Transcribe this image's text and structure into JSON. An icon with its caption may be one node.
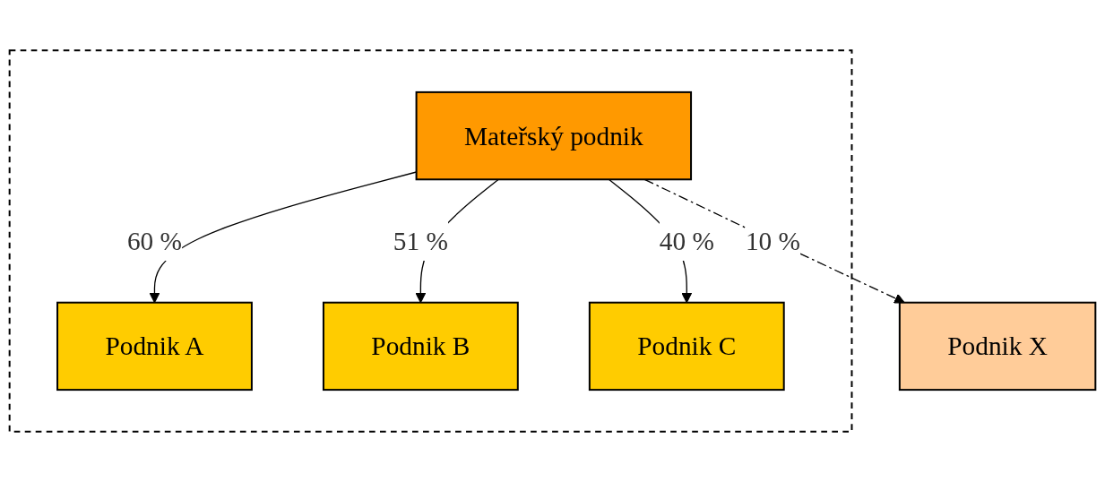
{
  "diagram": {
    "nodes": [
      {
        "text": [],
        "shape": "box"
      },
      {
        "text": [
          "Mateřský podnik"
        ],
        "in": 0
      },
      {
        "text": [
          "Podnik A"
        ],
        "in": 0
      },
      {
        "text": [
          "Podnik B"
        ],
        "in": 0
      },
      {
        "text": [
          "Podnik C"
        ],
        "in": 0
      },
      {
        "text": [
          "Podnik X"
        ]
      }
    ],
    "edges": [
      {
        "from": 1,
        "to": 2,
        "arrow": "to",
        "label": "60 %"
      },
      {
        "from": 1,
        "to": 3,
        "arrow": "to",
        "label": "51 %"
      },
      {
        "from": 1,
        "to": 4,
        "arrow": "to",
        "label": "40 %"
      },
      {
        "from": 1,
        "to": 5,
        "arrow": "to",
        "label": "10 %",
        "style": "dashed"
      }
    ]
  }
}
